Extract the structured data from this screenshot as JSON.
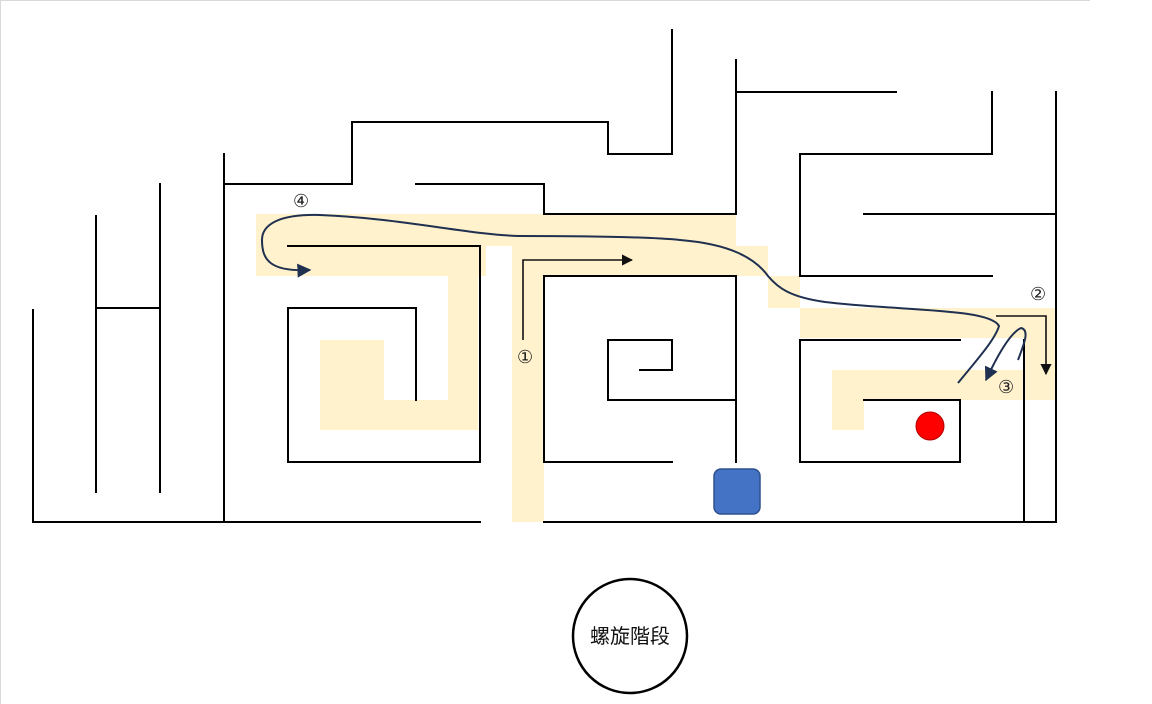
{
  "colors": {
    "wall": "#000000",
    "highlight": "#fff2cc",
    "route_curve": "#1f3050",
    "route_arrow": "#111111",
    "blue_square": "#4472c4",
    "blue_square_border": "#2f528f",
    "red_dot": "#ff0000",
    "red_dot_border": "#b00000"
  },
  "markers": {
    "m1": "①",
    "m2": "②",
    "m3": "③",
    "m4": "④"
  },
  "staircase": {
    "label": "螺旋階段"
  },
  "icons": {
    "blue_square": "blue-square-marker",
    "red_dot": "red-dot-marker"
  }
}
